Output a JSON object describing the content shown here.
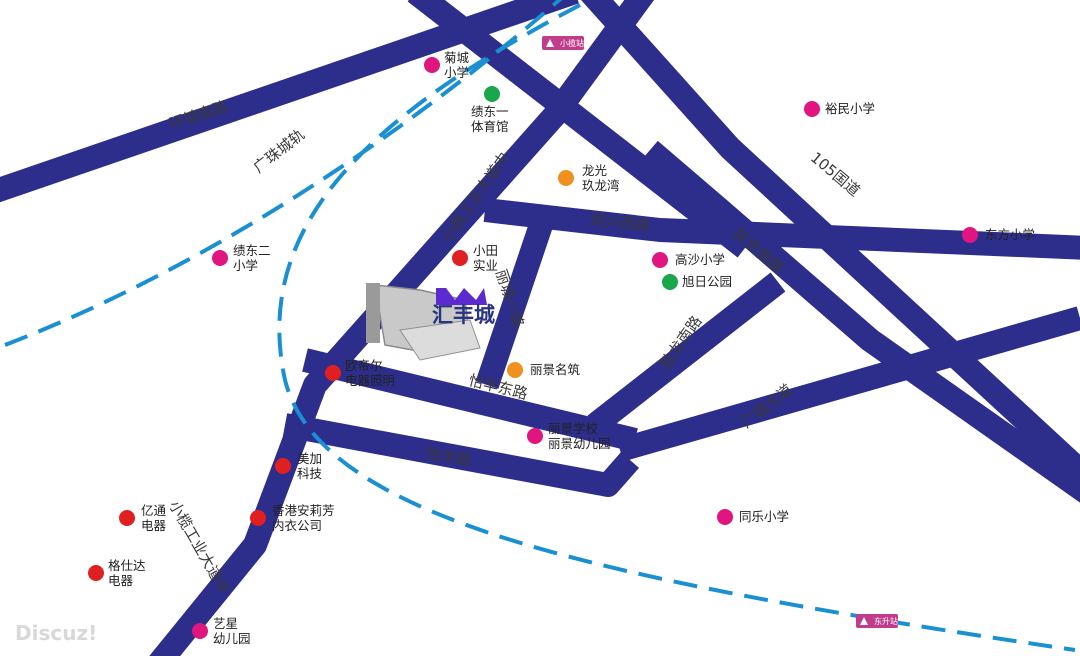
{
  "colors": {
    "road": "#2d2d8c",
    "rail": "#1a8fd1",
    "school": "#e0157f",
    "park": "#1aa64a",
    "company": "#e02020",
    "residential": "#f0901e",
    "station": "#c23c8c",
    "background": "#ffffff"
  },
  "development": {
    "name": "汇丰城",
    "logo_icon": "mountain-m-logo-icon"
  },
  "rail": {
    "label": "广珠城轨"
  },
  "stations": [
    {
      "id": "xiaolan",
      "label": "小榄站",
      "icon": "train-icon"
    },
    {
      "id": "dongsheng",
      "label": "东升站",
      "icon": "train-icon"
    }
  ],
  "roads": [
    {
      "id": "huanzhen",
      "label": "环镇南路"
    },
    {
      "id": "guangzhu_rail_text",
      "label": "广珠城轨"
    },
    {
      "id": "xiaolan_north",
      "label": "小榄工业大道中"
    },
    {
      "id": "tongxing",
      "label": "同兴西路"
    },
    {
      "id": "nat105",
      "label": "105国道"
    },
    {
      "id": "minan",
      "label": "民安南路"
    },
    {
      "id": "licheng",
      "label": "丽城一路"
    },
    {
      "id": "shengli",
      "label": "胜龙南路"
    },
    {
      "id": "guangfu",
      "label": "广福大道"
    },
    {
      "id": "yifeng_east",
      "label": "怡丰东路"
    },
    {
      "id": "yifeng",
      "label": "怡丰路"
    },
    {
      "id": "xiaolan_south",
      "label": "小榄工业大道中"
    }
  ],
  "pois": [
    {
      "id": "jucheng",
      "type": "school",
      "lines": [
        "菊城",
        "小学"
      ]
    },
    {
      "id": "xudong1",
      "type": "park",
      "lines": [
        "绩东一",
        "体育馆"
      ]
    },
    {
      "id": "yumin",
      "type": "school",
      "lines": [
        "裕民小学"
      ]
    },
    {
      "id": "longguang",
      "type": "residential",
      "lines": [
        "龙光",
        "玖龙湾"
      ]
    },
    {
      "id": "dongfang",
      "type": "school",
      "lines": [
        "东方小学"
      ]
    },
    {
      "id": "xudong2",
      "type": "school",
      "lines": [
        "绩东二",
        "小学"
      ]
    },
    {
      "id": "xiaotian",
      "type": "company",
      "lines": [
        "小田",
        "实业"
      ]
    },
    {
      "id": "gaosha",
      "type": "school",
      "lines": [
        "高沙小学"
      ]
    },
    {
      "id": "xuri",
      "type": "park",
      "lines": [
        "旭日公园"
      ]
    },
    {
      "id": "lijing",
      "type": "residential",
      "lines": [
        "丽景名筑"
      ]
    },
    {
      "id": "oudier",
      "type": "company",
      "lines": [
        "欧帝尔",
        "电器照明"
      ]
    },
    {
      "id": "lijingschool",
      "type": "school",
      "lines": [
        "丽景学校",
        "丽景幼儿园"
      ]
    },
    {
      "id": "meijia",
      "type": "company",
      "lines": [
        "美加",
        "科技"
      ]
    },
    {
      "id": "yitong",
      "type": "company",
      "lines": [
        "亿通",
        "电器"
      ]
    },
    {
      "id": "hkalf",
      "type": "company",
      "lines": [
        "香港安莉芳",
        "内衣公司"
      ]
    },
    {
      "id": "tongle",
      "type": "school",
      "lines": [
        "同乐小学"
      ]
    },
    {
      "id": "geshida",
      "type": "company",
      "lines": [
        "格仕达",
        "电器"
      ]
    },
    {
      "id": "yixing",
      "type": "school",
      "lines": [
        "艺星",
        "幼儿园"
      ]
    }
  ],
  "watermark": "Discuz!"
}
